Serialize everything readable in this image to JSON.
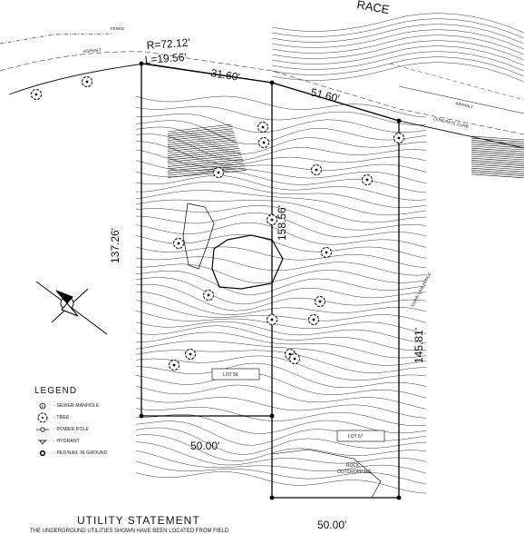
{
  "street_fragment": "RACE",
  "curve": {
    "radius": "R=72.12'",
    "length": "L=19.56'"
  },
  "dimensions": {
    "north_frontage": "31.60'",
    "north_frontage_2": "51.60'",
    "west_side": "137.26'",
    "middle_line": "158.56'",
    "east_side": "145.81'",
    "south_left": "50.00'",
    "south_right": "50.00'"
  },
  "map_labels": {
    "fence": "FENCE",
    "asphalt_west": "ASPHALT",
    "asphalt_east": "ASPHALT",
    "concrete_curb": "CONCRETE CURB",
    "chain_link_fence": "CHAIN LINK FENCE",
    "rock_outcropping_1": "ROCK",
    "rock_outcropping_2": "OUTCROPPING",
    "lot_box_1": "LOT 56",
    "lot_box_2": "LOT 57"
  },
  "legend": {
    "title": "LEGEND",
    "items": [
      {
        "icon": "sewer-manhole-icon",
        "label": "- SEWER MANHOLE"
      },
      {
        "icon": "tree-icon",
        "label": "- TREE"
      },
      {
        "icon": "power-pole-icon",
        "label": "- POWER POLE"
      },
      {
        "icon": "hydrant-icon",
        "label": "- HYDRANT"
      },
      {
        "icon": "ped-nail-icon",
        "label": "- PED/NAIL IN GROUND"
      }
    ]
  },
  "utility_statement": {
    "title": "UTILITY STATEMENT",
    "text": "THE UNDERGROUND UTILITIES SHOWN HAVE BEEN LOCATED FROM FIELD"
  }
}
